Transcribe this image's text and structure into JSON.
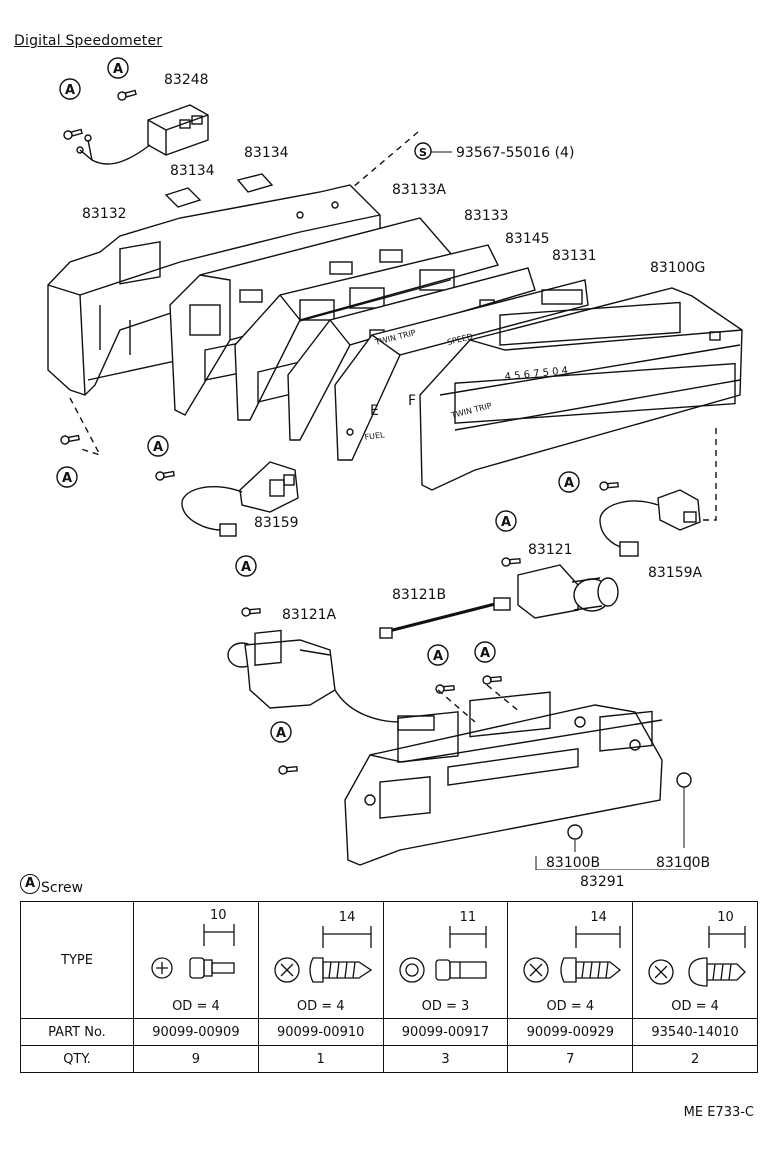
{
  "title": "Digital Speedometer",
  "screw_mark": "A",
  "service_mark": "S",
  "callouts": {
    "p83248": "83248",
    "p83134a": "83134",
    "p83134b": "83134",
    "p93567": "93567-55016 (4)",
    "p83133A": "83133A",
    "p83132": "83132",
    "p83133": "83133",
    "p83145": "83145",
    "p83131": "83131",
    "p83100G": "83100G",
    "p83159": "83159",
    "p83121": "83121",
    "p83159A": "83159A",
    "p83121B": "83121B",
    "p83121A": "83121A",
    "p83100B_left": "83100B",
    "p83100B_right": "83100B",
    "p83291": "83291"
  },
  "panel_text": {
    "twin_trip": "TWIN TRIP",
    "speed": "SPEED",
    "fuel": "FUEL",
    "e": "E",
    "f": "F",
    "digits": "4 5 6 7 5 0 4"
  },
  "legend": {
    "word": "Screw"
  },
  "table": {
    "row_labels": {
      "type": "TYPE",
      "part": "PART No.",
      "qty": "QTY."
    },
    "columns": [
      {
        "length": "10",
        "od": "OD = 4",
        "part": "90099-00909",
        "qty": "9"
      },
      {
        "length": "14",
        "od": "OD = 4",
        "part": "90099-00910",
        "qty": "1"
      },
      {
        "length": "11",
        "od": "OD = 3",
        "part": "90099-00917",
        "qty": "3"
      },
      {
        "length": "14",
        "od": "OD = 4",
        "part": "90099-00929",
        "qty": "7"
      },
      {
        "length": "10",
        "od": "OD = 4",
        "part": "93540-14010",
        "qty": "2"
      }
    ]
  },
  "figure_code": "ME E733-C"
}
